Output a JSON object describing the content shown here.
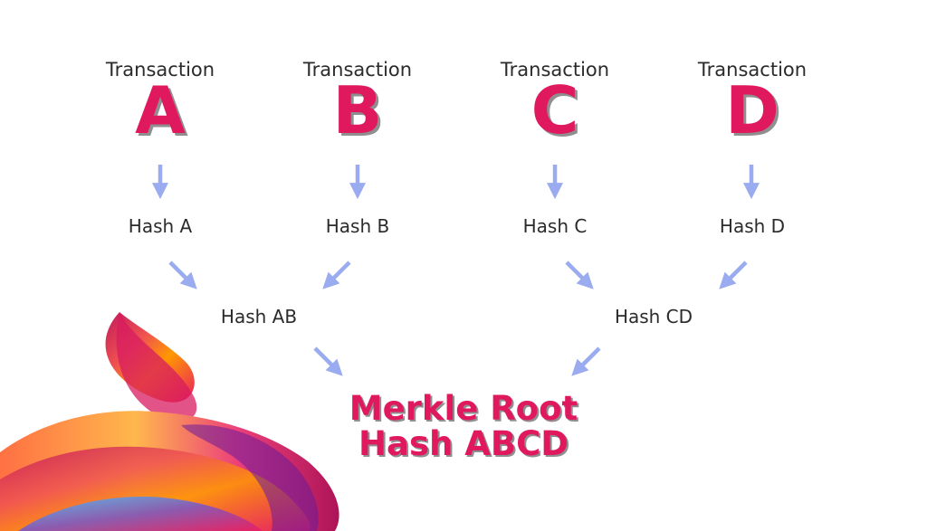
{
  "transactions": [
    {
      "label": "Transaction",
      "letter": "A"
    },
    {
      "label": "Transaction",
      "letter": "B"
    },
    {
      "label": "Transaction",
      "letter": "C"
    },
    {
      "label": "Transaction",
      "letter": "D"
    }
  ],
  "hashes": [
    "Hash A",
    "Hash B",
    "Hash C",
    "Hash D"
  ],
  "combined": [
    "Hash AB",
    "Hash CD"
  ],
  "root": {
    "line1": "Merkle Root",
    "line2": "Hash ABCD"
  },
  "colors": {
    "accent": "#e0195e",
    "arrow": "#9aabf0",
    "text": "#2b2b2b"
  }
}
